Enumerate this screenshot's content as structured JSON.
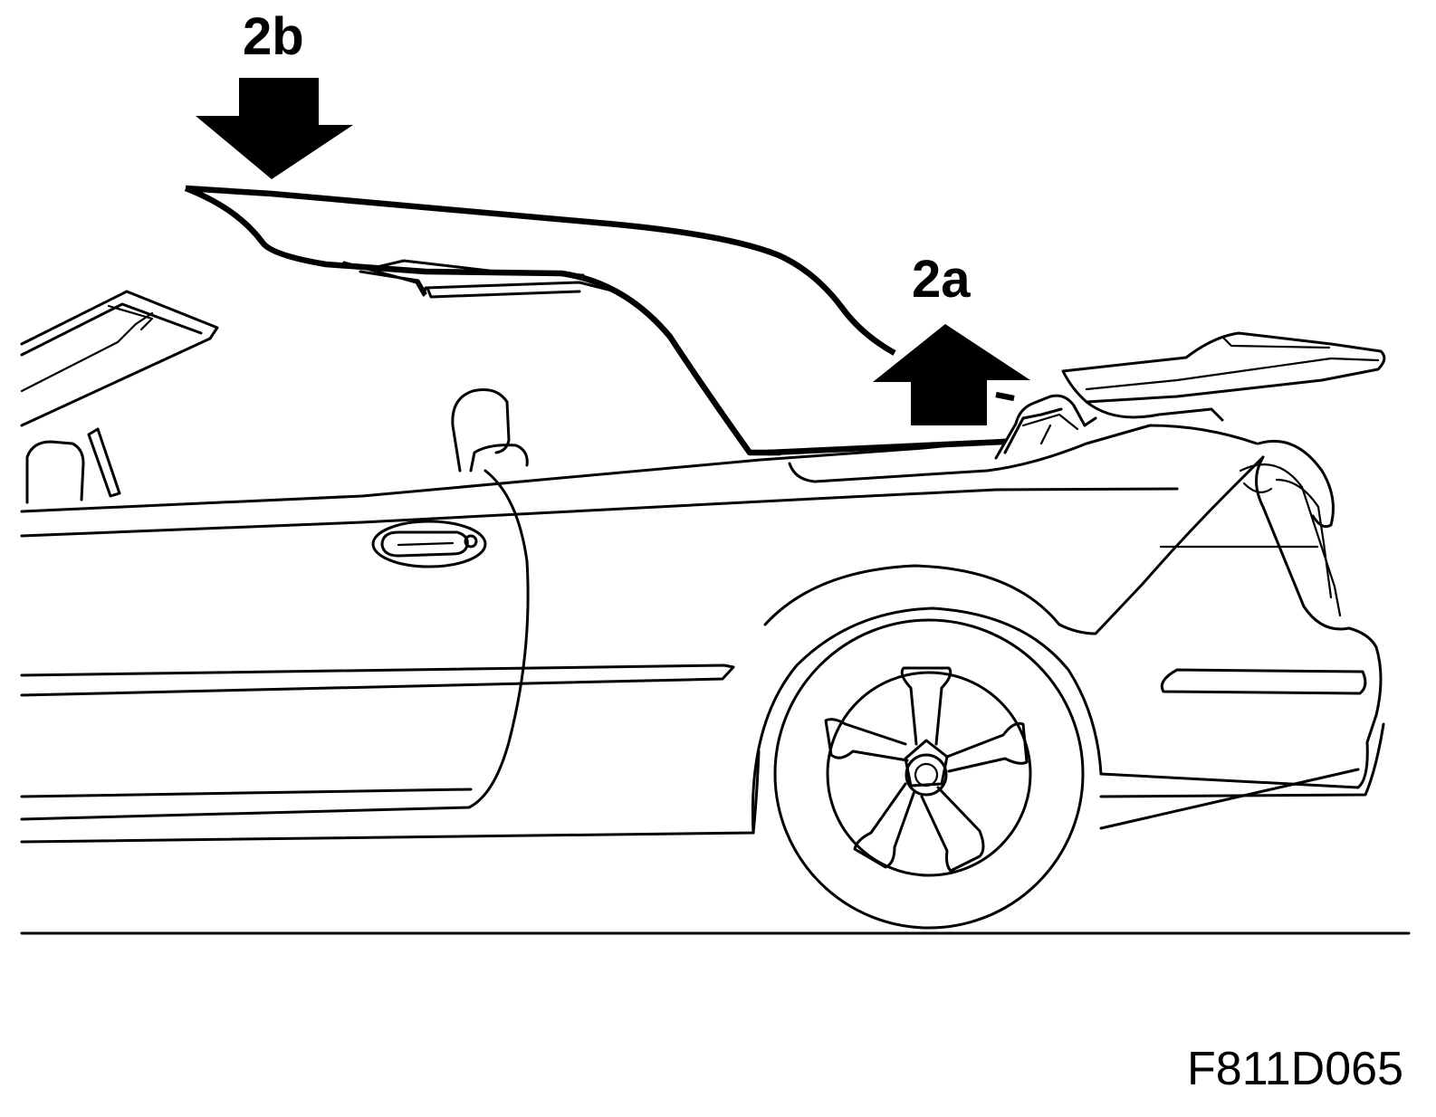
{
  "callouts": {
    "push_down_label": "2b",
    "lift_up_label": "2a"
  },
  "figure_code": "F811D065",
  "colors": {
    "line": "#000000",
    "background": "#ffffff"
  },
  "icons": {
    "down_arrow": "down-arrow-icon",
    "up_arrow": "up-arrow-icon"
  }
}
